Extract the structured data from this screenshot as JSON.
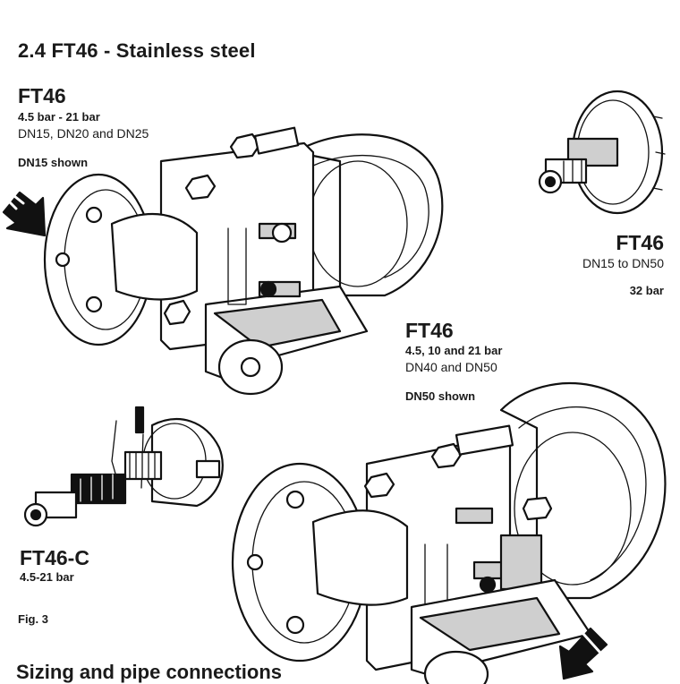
{
  "section_title": "2.4 FT46 - Stainless steel",
  "variant_small": {
    "model": "FT46",
    "pressure": "4.5 bar - 21 bar",
    "sizes": "DN15, DN20 and DN25",
    "shown": "DN15 shown"
  },
  "variant_insert": {
    "model": "FT46",
    "sizes": "DN15 to DN50",
    "pressure": "32 bar"
  },
  "variant_large": {
    "model": "FT46",
    "pressure": "4.5, 10 and 21 bar",
    "sizes": "DN40 and DN50",
    "shown": "DN50 shown"
  },
  "variant_c": {
    "model": "FT46-C",
    "pressure": "4.5-21 bar"
  },
  "figure_label": "Fig. 3",
  "next_heading": "Sizing and pipe connections"
}
